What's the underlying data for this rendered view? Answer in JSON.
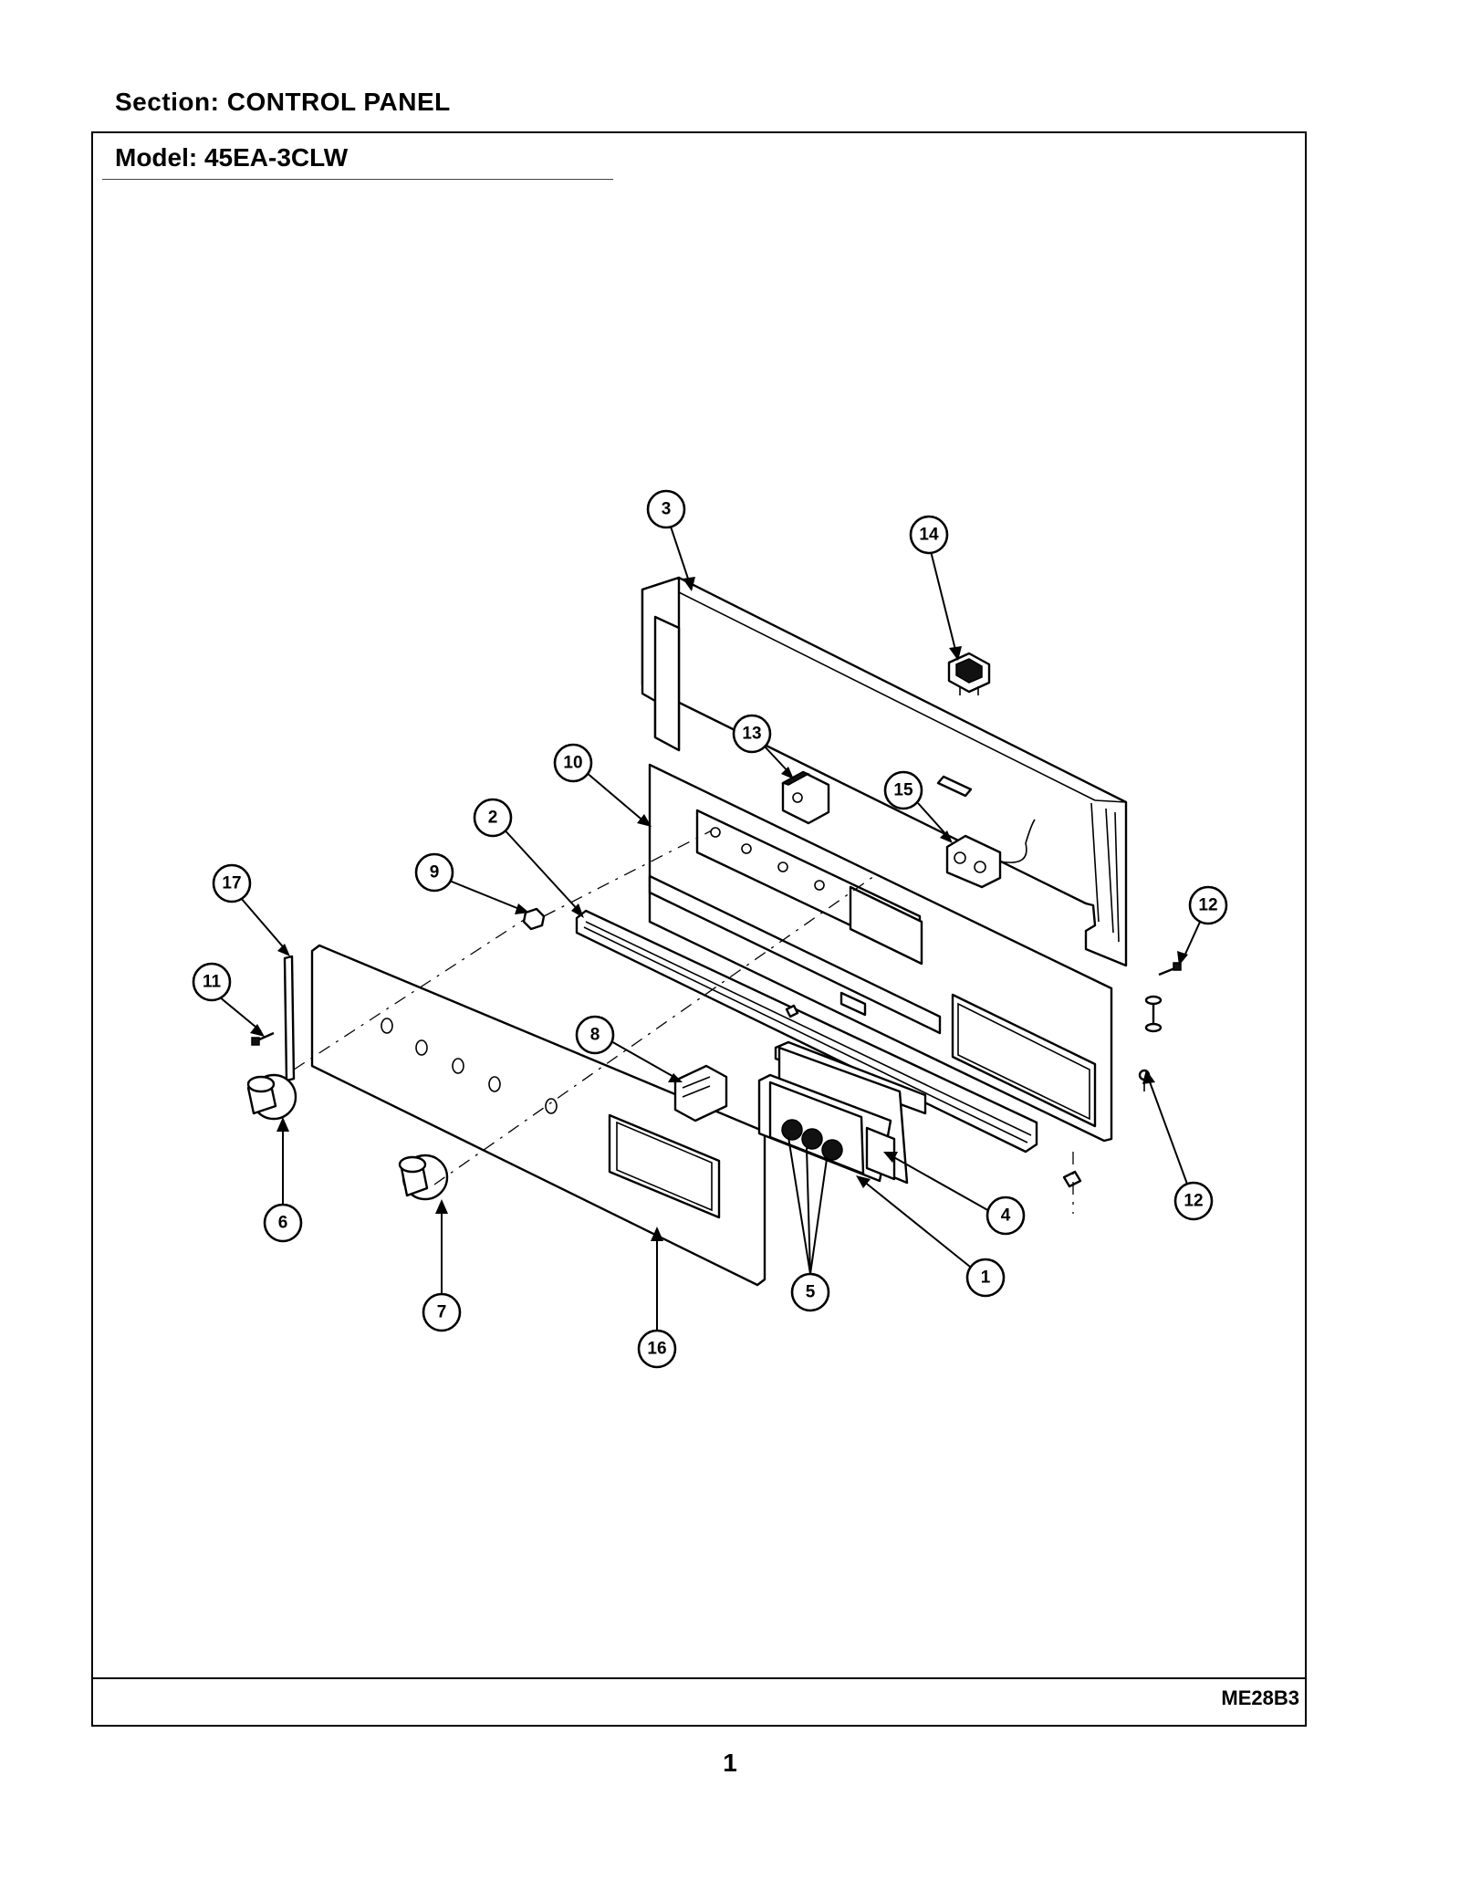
{
  "header": {
    "section_label": "Section:  CONTROL PANEL",
    "model_label": "Model:  45EA-3CLW"
  },
  "footer": {
    "drawing_code": "ME28B3",
    "page_number": "1"
  },
  "callouts": [
    "1",
    "2",
    "3",
    "4",
    "5",
    "6",
    "7",
    "8",
    "9",
    "10",
    "11",
    "12",
    "12",
    "13",
    "14",
    "15",
    "16",
    "17"
  ]
}
